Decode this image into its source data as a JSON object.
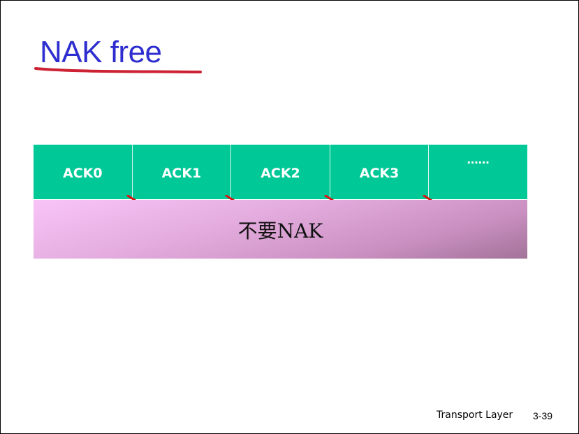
{
  "slide": {
    "title": "NAK free",
    "title_color": "#2e2ed0",
    "underline_color": "#cc2233"
  },
  "ack_row": {
    "background_color": "#00c896",
    "cells": [
      {
        "label": "ACK0"
      },
      {
        "label": "ACK1"
      },
      {
        "label": "ACK2"
      },
      {
        "label": "ACK3"
      },
      {
        "label": "……"
      }
    ]
  },
  "nak_bar": {
    "text": "不要NAK"
  },
  "footer": {
    "label": "Transport Layer",
    "page": "3-39"
  }
}
